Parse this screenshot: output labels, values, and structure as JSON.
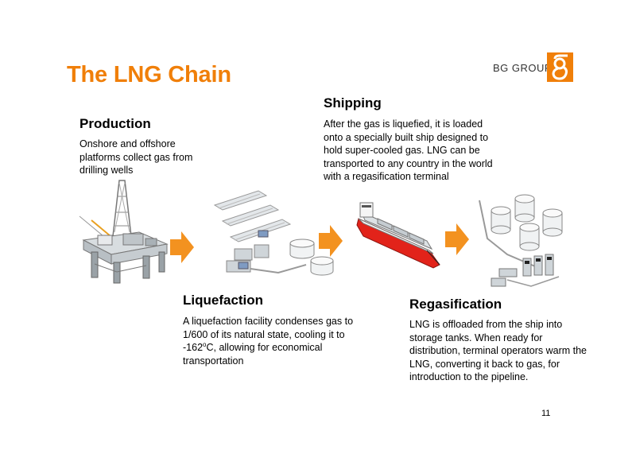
{
  "slide": {
    "title": "The LNG Chain",
    "page_number": "11"
  },
  "logo": {
    "text": "BG GROUP",
    "mark": "g",
    "color": "#f07f09"
  },
  "steps": {
    "production": {
      "heading": "Production",
      "body": "Onshore and offshore platforms collect gas from drilling wells",
      "icon": "oil-platform-icon"
    },
    "shipping": {
      "heading": "Shipping",
      "body": "After the gas is liquefied, it is loaded onto a specially built ship designed to hold super-cooled gas.  LNG can be transported to any country in the world with a regasification terminal",
      "icon": "lng-tanker-icon"
    },
    "liquefaction": {
      "heading": "Liquefaction",
      "body_before": "A liquefaction facility condenses gas to 1/600 of its natural state, cooling it to -162",
      "body_sup": "o",
      "body_after": "C, allowing for economical transportation",
      "icon": "liquefaction-plant-icon"
    },
    "regasification": {
      "heading": "Regasification",
      "body": "LNG is offloaded from the ship into storage tanks. When ready for distribution, terminal operators warm the LNG, converting it back to gas, for introduction to the pipeline.",
      "icon": "regasification-terminal-icon"
    }
  },
  "colors": {
    "accent": "#f07f09",
    "arrow": "#f39220"
  }
}
